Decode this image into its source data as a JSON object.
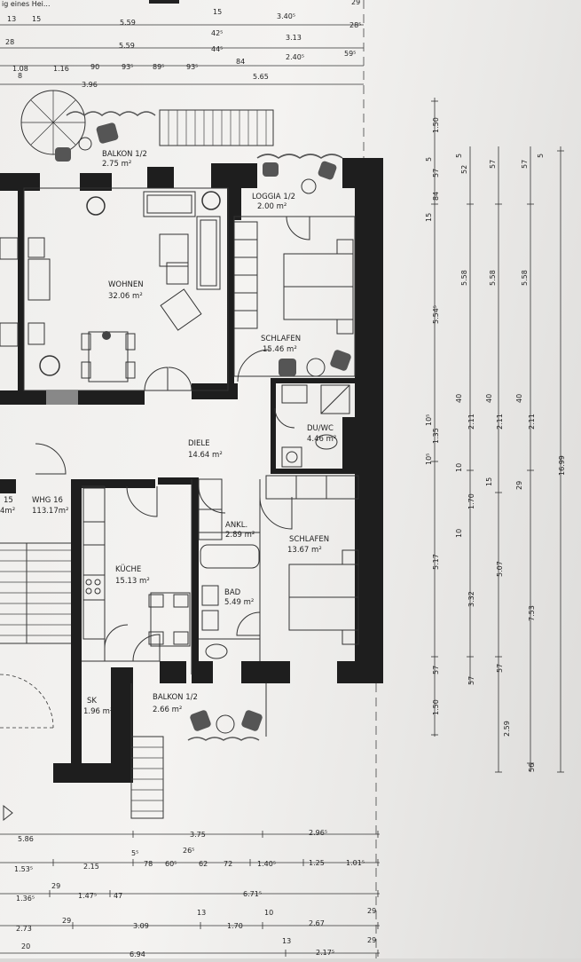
{
  "rooms": {
    "balkon_top": {
      "name": "BALKON 1/2",
      "area": "2.75 m²"
    },
    "loggia": {
      "name": "LOGGIA 1/2",
      "area": "2.00 m²"
    },
    "wohnen": {
      "name": "WOHNEN",
      "area": "32.06 m²"
    },
    "schlafen_top": {
      "name": "SCHLAFEN",
      "area": "15.46 m²"
    },
    "dusche_wc": {
      "name": "DU/WC",
      "area": "4.46 m²"
    },
    "diele": {
      "name": "DIELE",
      "area": "14.64 m²"
    },
    "whg": {
      "name": "WHG  16",
      "area": "113.17m²"
    },
    "whg_left_num": "15",
    "whg_left_area": "4m²",
    "ankl": {
      "name": "ANKL.",
      "area": "2.89 m²"
    },
    "schlafen_bottom": {
      "name": "SCHLAFEN",
      "area": "13.67 m²"
    },
    "kueche": {
      "name": "KÜCHE",
      "area": "15.13 m²"
    },
    "bad": {
      "name": "BAD",
      "area": "5.49 m²"
    },
    "sk": {
      "name": "SK",
      "area": "1.96 m²"
    },
    "balkon_bottom": {
      "name": "BALKON 1/2",
      "area": "2.66 m²"
    }
  },
  "header_fragment": "ig eines Hei...",
  "dims_top": {
    "row1": [
      "13",
      "15",
      "5.59",
      "15",
      "3.40⁵",
      "29"
    ],
    "row2": [
      "28",
      "5.59",
      "42⁵",
      "44⁵",
      "3.13",
      "28⁵"
    ],
    "row3": [
      "1.08",
      "1.16",
      "90",
      "93⁵",
      "89⁵",
      "93⁵",
      "84",
      "2.40⁵",
      "59⁵"
    ],
    "row4": [
      "8",
      "3.96",
      "5.65"
    ]
  },
  "dims_right": {
    "col1": [
      "5",
      "15",
      "84",
      "57",
      "1.50",
      "5.54⁵",
      "1.35",
      "10⁵",
      "10⁵",
      "5.17",
      "57",
      "1.50"
    ],
    "col2": [
      "5",
      "52",
      "5.58",
      "40",
      "2.11",
      "10",
      "1.70",
      "10",
      "3.32",
      "57"
    ],
    "col3": [
      "57",
      "5.58",
      "40",
      "2.11",
      "15",
      "5.07",
      "57",
      "2.59"
    ],
    "col4": [
      "5",
      "57",
      "5.58",
      "40",
      "2.11",
      "29",
      "7.53",
      "56"
    ],
    "col5": [
      "16.99"
    ]
  },
  "dims_bottom": {
    "row1": [
      "5.86",
      "3.75",
      "2.96⁵"
    ],
    "row2": [
      "1.53⁵",
      "2.15",
      "5⁵",
      "78",
      "60⁵",
      "26⁵",
      "62",
      "72",
      "1.40⁵",
      "1.25",
      "1.01⁵"
    ],
    "row3": [
      "1.36⁵",
      "29",
      "1.47⁵",
      "47",
      "6.71⁵"
    ],
    "row4": [
      "2.73",
      "29",
      "3.09",
      "13",
      "1.70",
      "10",
      "2.67",
      "29"
    ],
    "row5": [
      "20",
      "6.94",
      "13",
      "2.17⁵",
      "29"
    ]
  }
}
